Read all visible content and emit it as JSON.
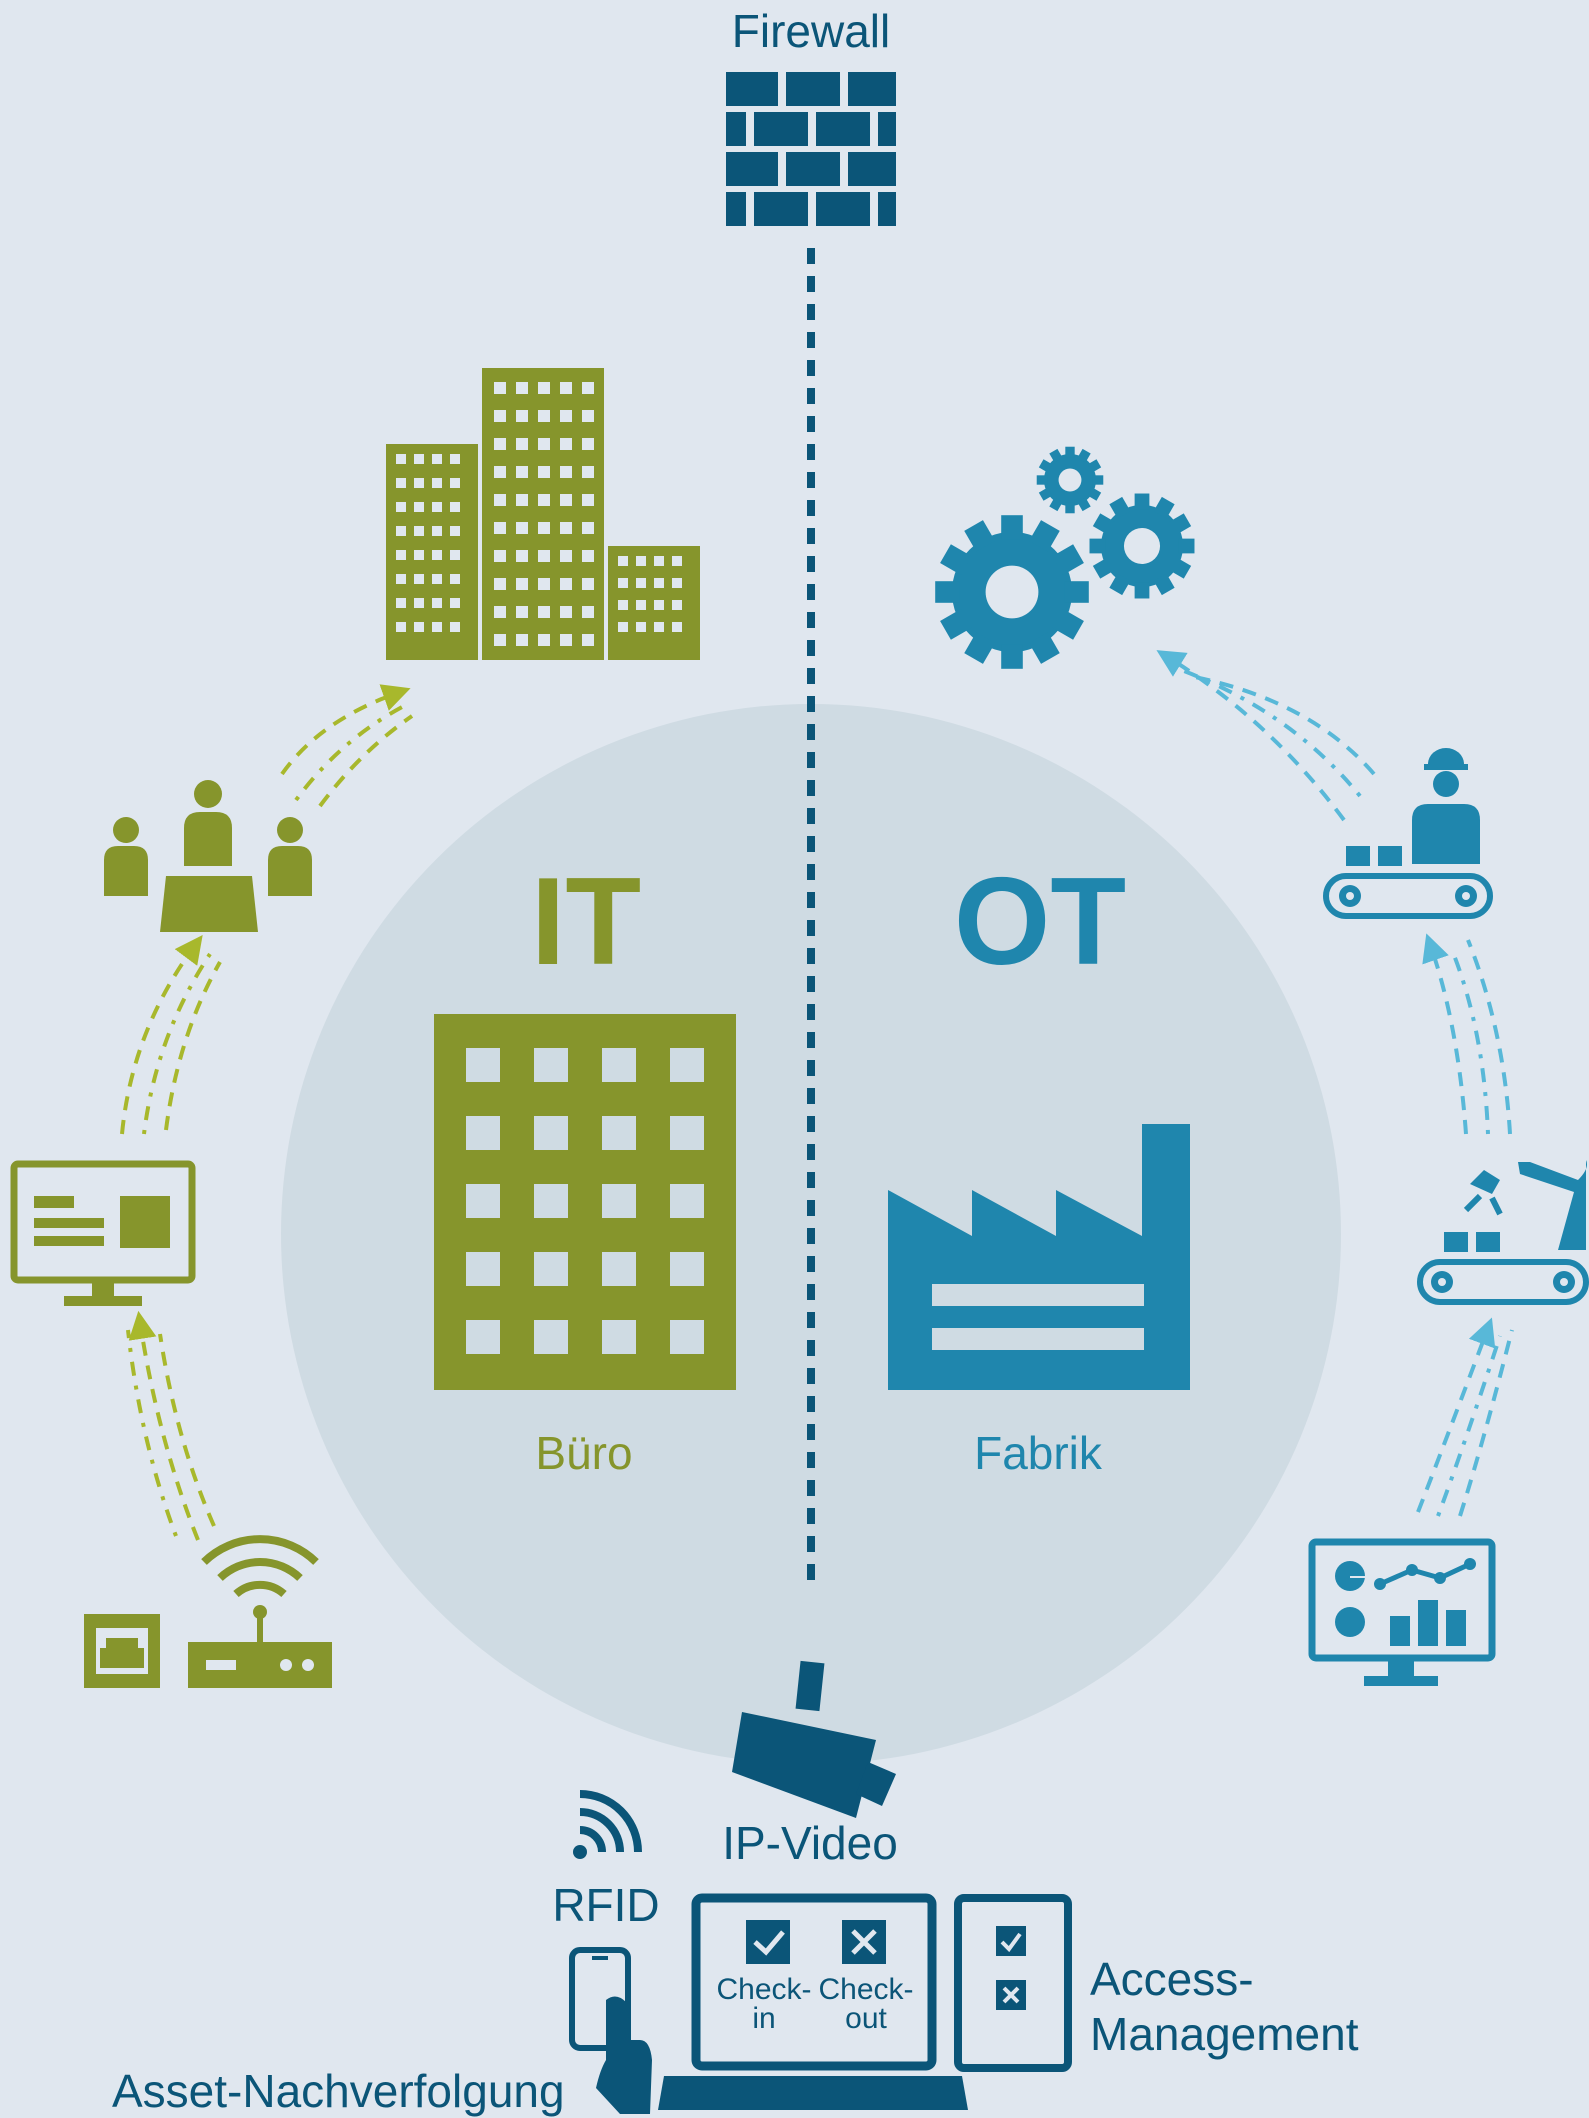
{
  "labels": {
    "firewall": "Firewall",
    "it": "IT",
    "ot": "OT",
    "buero": "Büro",
    "fabrik": "Fabrik",
    "ip_video": "IP-Video",
    "rfid": "RFID",
    "asset_tracking": "Asset-Nachverfolgung",
    "access_line1": "Access-",
    "access_line2": "Management",
    "check_in_line1": "Check-",
    "check_in_line2": "in",
    "check_out_line1": "Check-",
    "check_out_line2": "out"
  },
  "colors": {
    "background": "#e0e7ef",
    "circle": "#cfdbe3",
    "it_green": "#86952c",
    "ot_blue": "#1f86ad",
    "dark_blue": "#0b5578",
    "light_blue": "#58b8d8",
    "light_green": "#a8b82c"
  },
  "icons": {
    "it_cycle": [
      "router-icon",
      "monitor-icon",
      "meeting-icon",
      "city-buildings-icon"
    ],
    "ot_cycle": [
      "dashboard-monitor-icon",
      "robot-arm-conveyor-icon",
      "worker-conveyor-icon",
      "gears-icon"
    ],
    "center": [
      "office-building-icon",
      "factory-icon",
      "firewall-icon",
      "ip-camera-icon"
    ]
  }
}
